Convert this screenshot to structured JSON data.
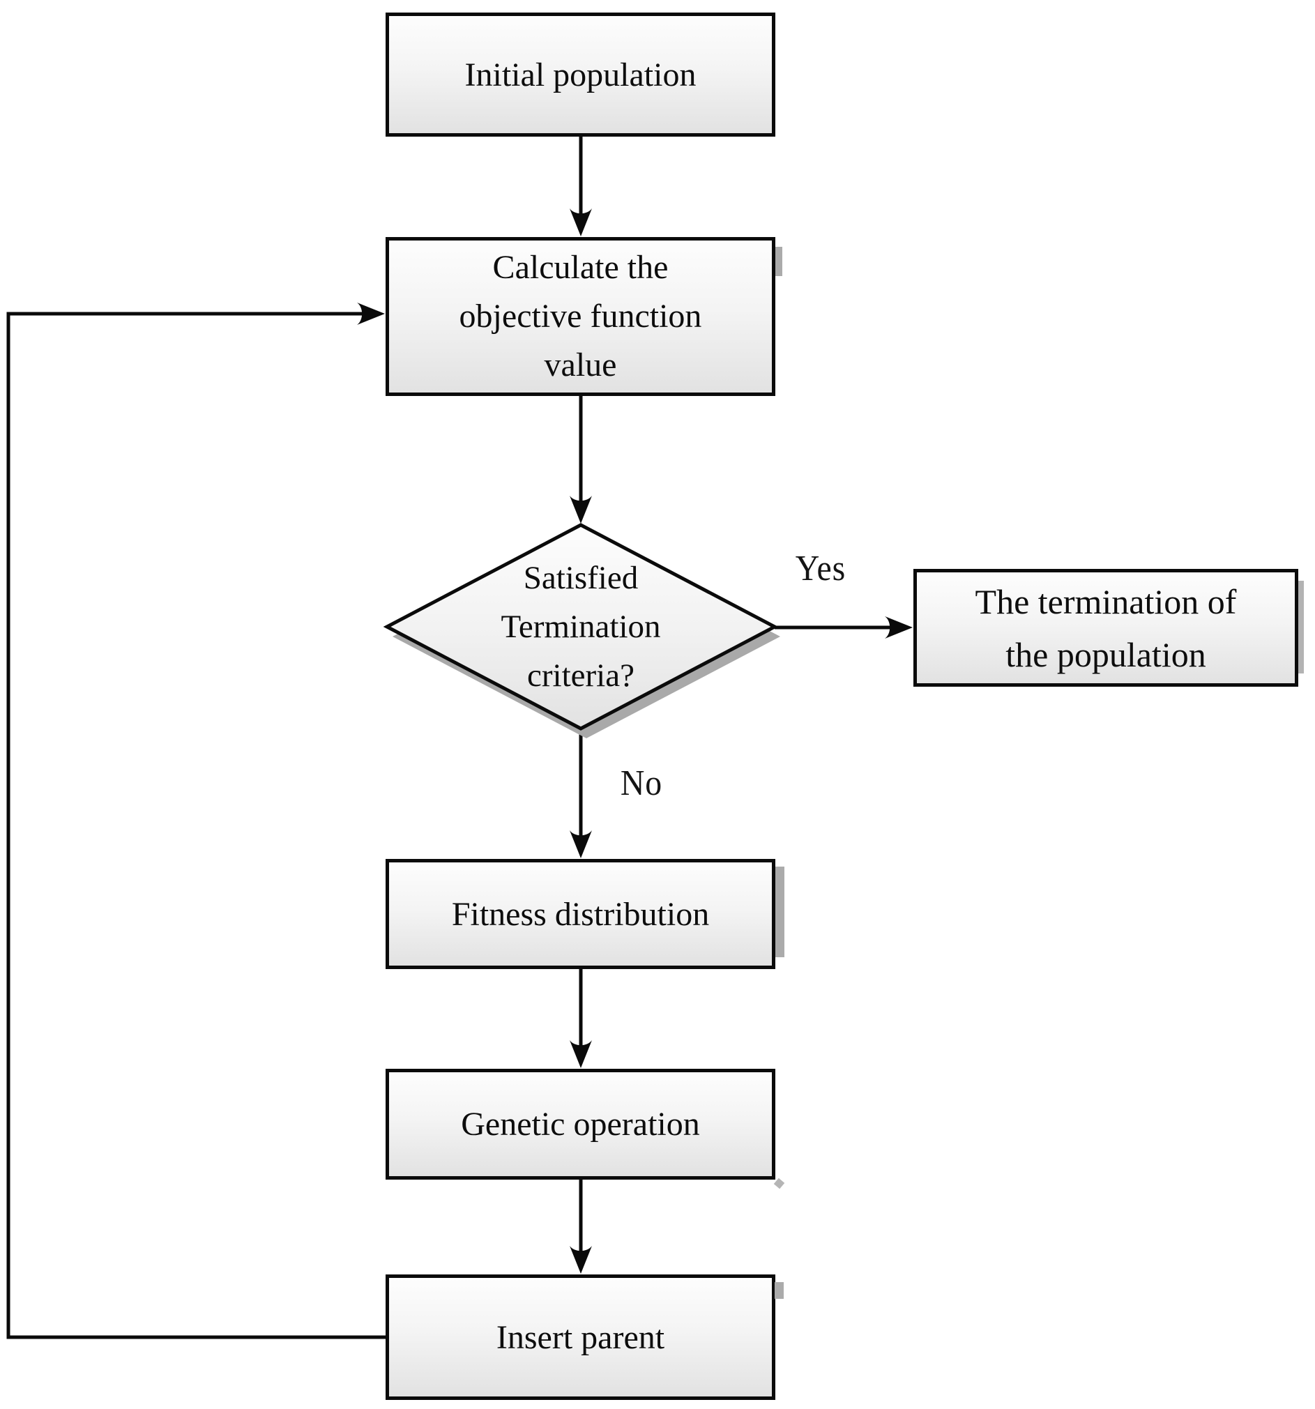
{
  "diagram": {
    "title_hint": "Genetic algorithm flowchart",
    "nodes": {
      "initial": {
        "label": "Initial population"
      },
      "calculate": {
        "label": "Calculate the\nobjective function\nvalue"
      },
      "decision": {
        "label": "Satisfied\nTermination\ncriteria?"
      },
      "terminate": {
        "label": "The termination of\nthe population"
      },
      "fitness": {
        "label": "Fitness distribution"
      },
      "genetic": {
        "label": "Genetic operation"
      },
      "insert": {
        "label": "Insert parent"
      }
    },
    "edge_labels": {
      "yes": "Yes",
      "no": "No"
    },
    "colors": {
      "line": "#0a0a0a",
      "border": "#0b0b0b",
      "shadow": "#a9a9a9",
      "fill_top": "#fdfdfd",
      "fill_bottom": "#e2e2e2",
      "text": "#0d0d0d"
    }
  }
}
